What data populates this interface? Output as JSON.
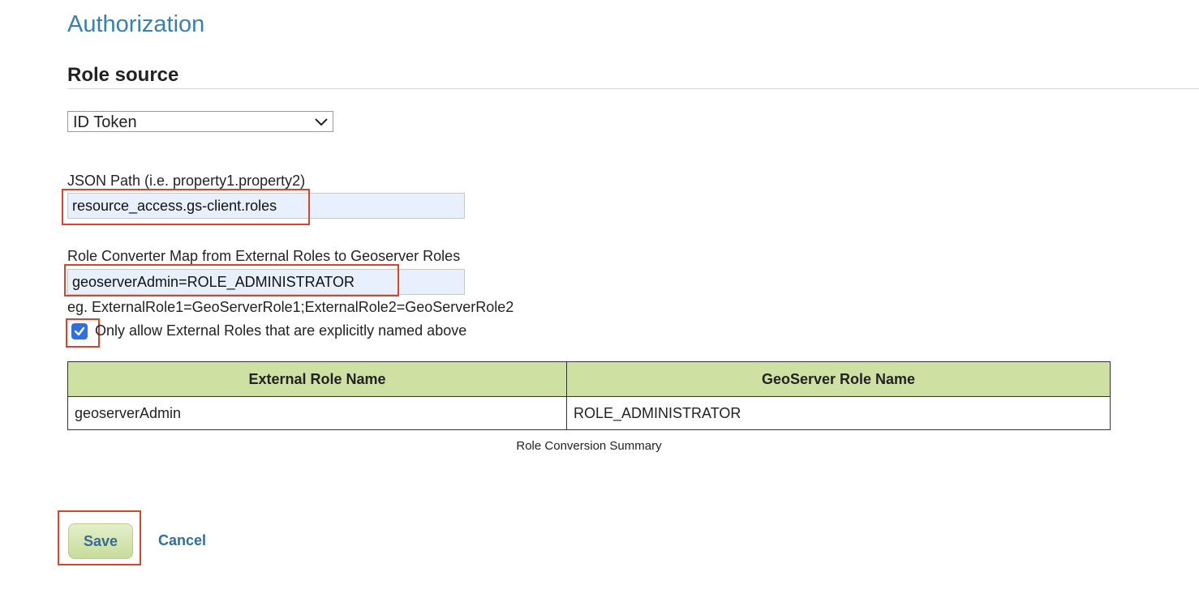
{
  "page": {
    "title": "Authorization",
    "section_title": "Role source"
  },
  "role_source": {
    "selected": "ID Token"
  },
  "json_path": {
    "label": "JSON Path (i.e. property1.property2)",
    "value": "resource_access.gs-client.roles"
  },
  "role_converter": {
    "label": "Role Converter Map from External Roles to Geoserver Roles",
    "value": "geoserverAdmin=ROLE_ADMINISTRATOR",
    "hint": "eg. ExternalRole1=GeoServerRole1;ExternalRole2=GeoServerRole2"
  },
  "only_allow": {
    "checked": true,
    "label": "Only allow External Roles that are explicitly named above"
  },
  "table": {
    "headers": [
      "External Role Name",
      "GeoServer Role Name"
    ],
    "rows": [
      [
        "geoserverAdmin",
        "ROLE_ADMINISTRATOR"
      ]
    ],
    "caption": "Role Conversion Summary"
  },
  "buttons": {
    "save": "Save",
    "cancel": "Cancel"
  },
  "colors": {
    "title": "#3a7fae",
    "highlight": "#d9452b",
    "table_header": "#cfe0a3",
    "input_bg": "#e8f0fe",
    "checkbox": "#2f6fe0"
  }
}
